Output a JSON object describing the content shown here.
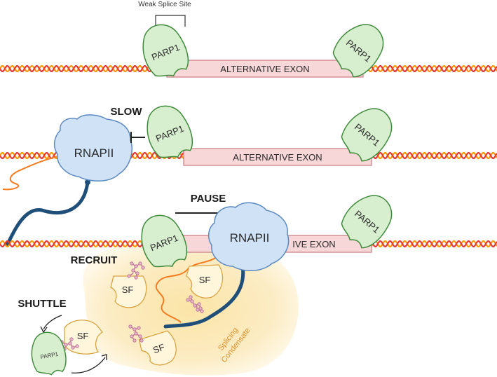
{
  "labels": {
    "weak_splice_site": "Weak Splice Site",
    "slow": "SLOW",
    "pause": "PAUSE",
    "recruit": "RECRUIT",
    "shuttle": "SHUTTLE",
    "alt_exon_1": "ALTERNATIVE EXON",
    "alt_exon_2": "ALTERNATIVE EXON",
    "alt_exon_3": "IVE EXON",
    "rnapii_1": "RNAPII",
    "rnapii_2": "RNAPII",
    "parp1_1a": "PARP1",
    "parp1_1b": "PARP1",
    "parp1_2a": "PARP1",
    "parp1_2b": "PARP1",
    "parp1_3a": "PARP1",
    "parp1_3b": "PARP1",
    "parp1_4": "PARP1",
    "sf_1": "SF",
    "sf_2": "SF",
    "sf_3": "SF",
    "sf_4": "SF",
    "condensate_line1": "Splicing",
    "condensate_line2": "Condensate"
  },
  "colors": {
    "dna_red": "#e53935",
    "dna_orange": "#ff9800",
    "exon_fill": "#f8d7d9",
    "exon_stroke": "#c97a80",
    "parp_fill": "#d7efcf",
    "parp_stroke": "#3f8a3a",
    "rnapii_fill": "#cfe2f6",
    "rnapii_stroke": "#5b89c0",
    "ctd": "#1f4e79",
    "rna": "#f57c20",
    "sf_fill": "#fff6dc",
    "sf_stroke": "#d9a441",
    "condensate": "#fbe9b8",
    "par_chain": "#c2739a"
  }
}
